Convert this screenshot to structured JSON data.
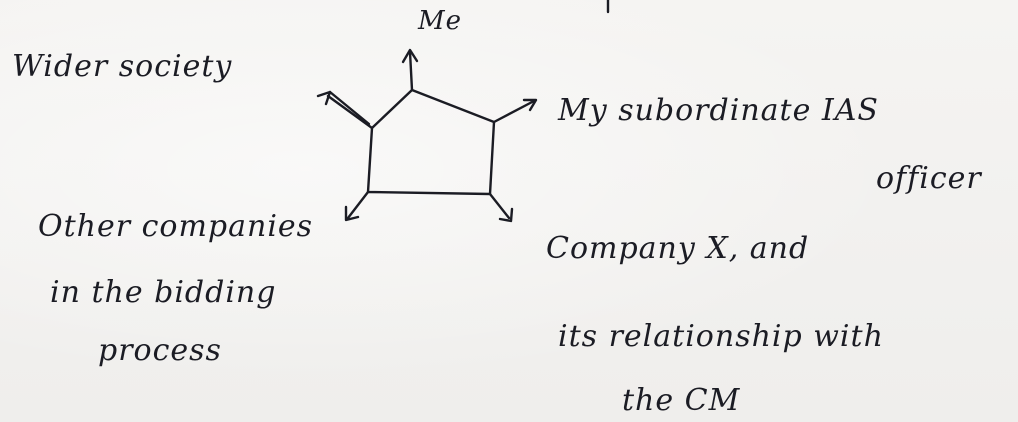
{
  "diagram": {
    "nodes": {
      "me": "Me",
      "society": "Wider society",
      "subordinate_line1": "My subordinate IAS",
      "subordinate_line2": "officer",
      "other_line1": "Other companies",
      "other_line2": "in the bidding",
      "other_line3": "process",
      "company_line1": "Company X, and",
      "company_line2": "its relationship with",
      "company_line3": "the CM"
    },
    "ink_color": "#1b1c24",
    "paper_color": "#f3f2f0"
  }
}
